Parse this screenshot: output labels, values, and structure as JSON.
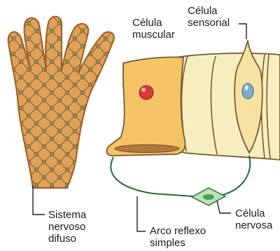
{
  "labels": {
    "muscle_cell": [
      "Célula",
      "muscular"
    ],
    "sensory_cell": [
      "Célula",
      "sensorial"
    ],
    "diffuse_system": [
      "Sistema",
      "nervoso",
      "difuso"
    ],
    "reflex_arc": [
      "Arco reflexo",
      "simples"
    ],
    "nerve_cell": [
      "Célula",
      "nervosa"
    ]
  },
  "colors": {
    "hydra_fill": "#e0a158",
    "hydra_stroke": "#a0642a",
    "nerve_net": "#6e5636",
    "nerve_node": "#9a8a56",
    "tissue_fill": "#f6eebe",
    "tissue_stroke": "#7a5a30",
    "muscle_fill": "#f4c466",
    "sensory_fill": "#f8e2a2",
    "nucleus_red": "#d83a3a",
    "nucleus_blue": "#7aaed0",
    "contractile_fiber": "#b4773e",
    "arc_line": "#1f6e35",
    "nerve_cell_fill": "#bfe3b4",
    "nerve_nucleus": "#3fa35a",
    "leader_line": "#222222"
  }
}
